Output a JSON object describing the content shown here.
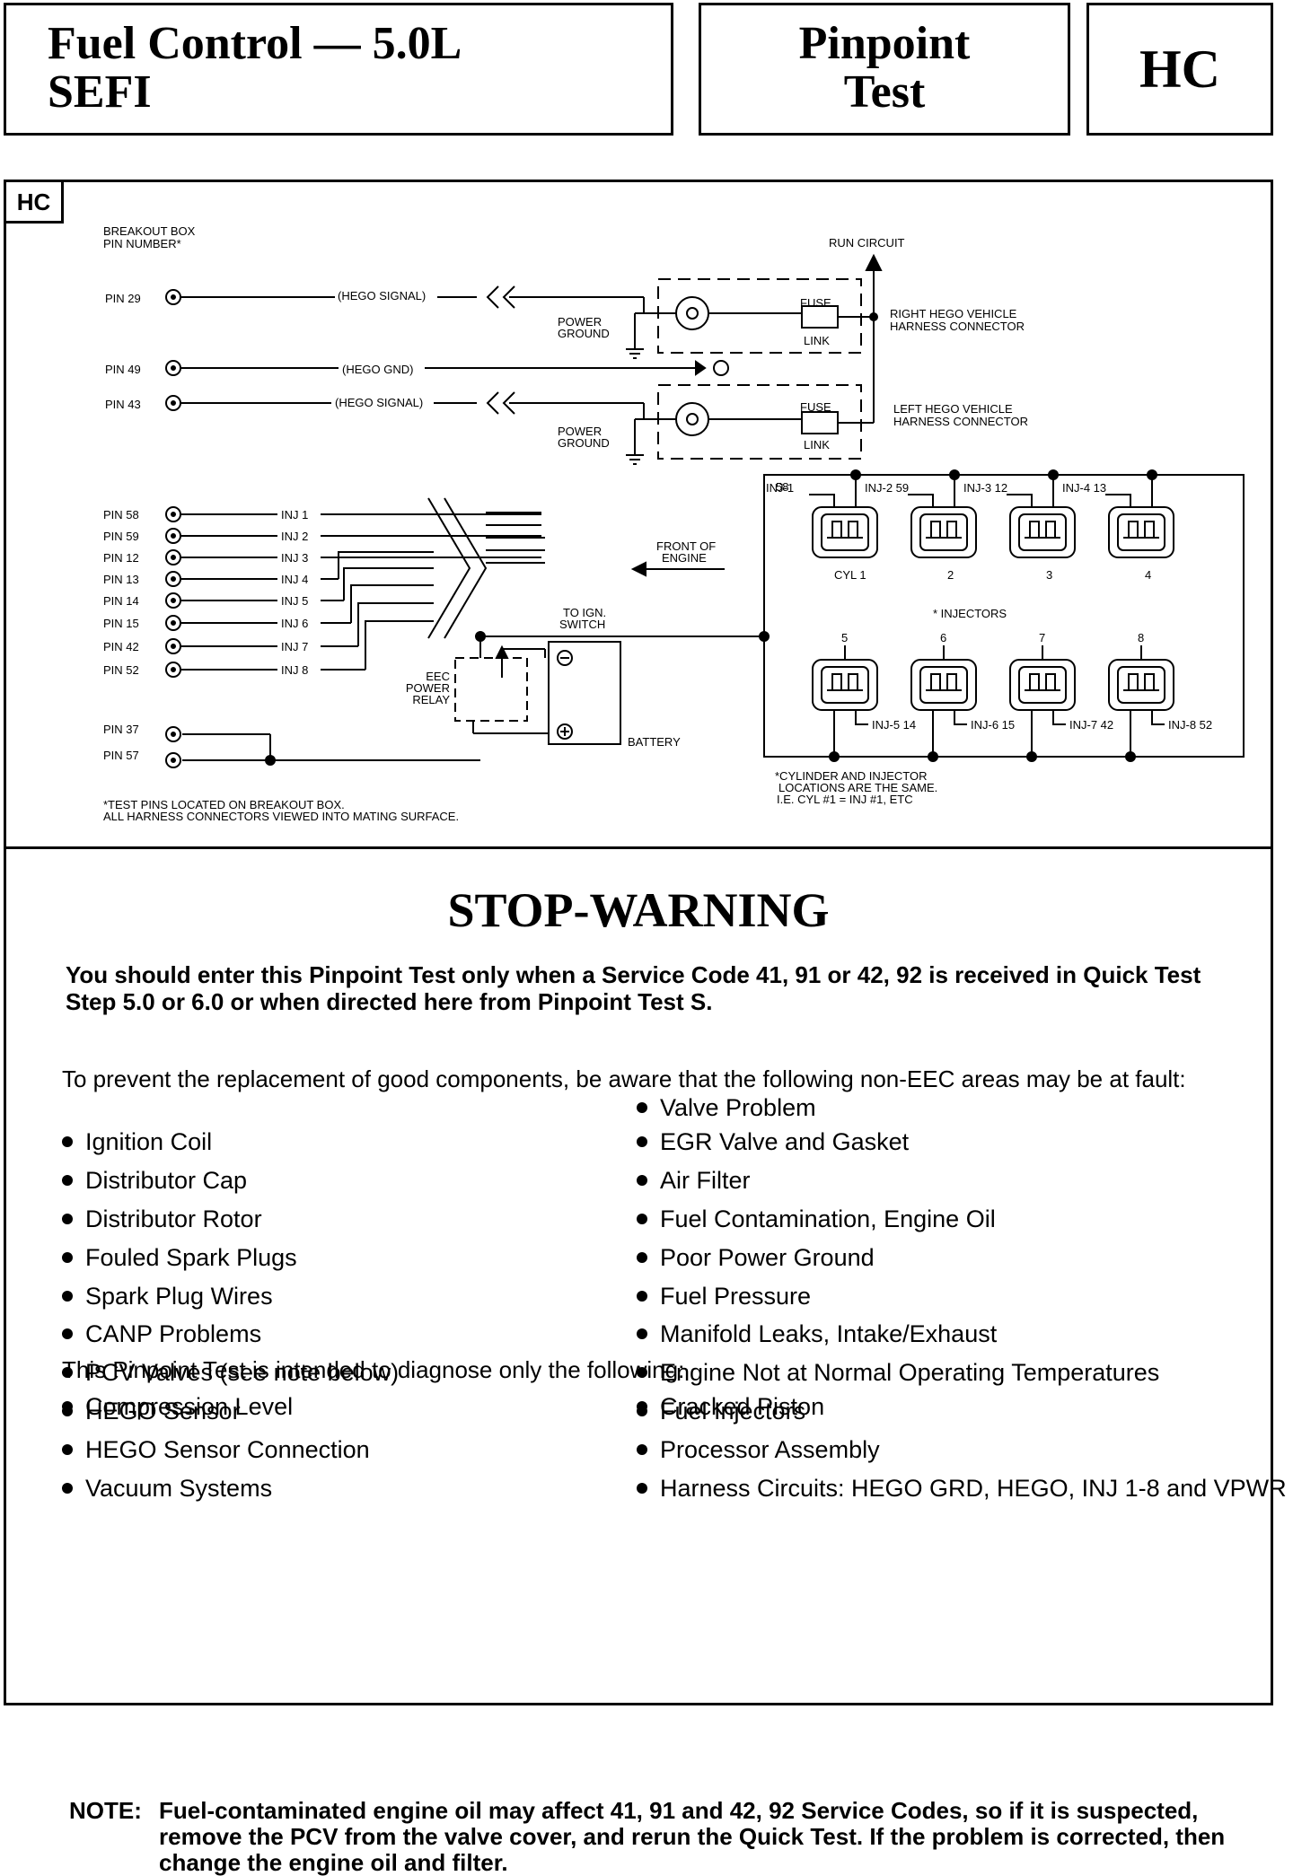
{
  "header": {
    "title_line1": "Fuel Control — 5.0L",
    "title_line2": "SEFI",
    "test_line1": "Pinpoint",
    "test_line2": "Test",
    "code": "HC"
  },
  "diagram": {
    "panel_tag": "HC",
    "breakout_label_1": "BREAKOUT BOX",
    "breakout_label_2": "PIN NUMBER*",
    "run_circuit": "RUN CIRCUIT",
    "hego": {
      "pin29": "PIN 29",
      "pin49": "PIN 49",
      "pin43": "PIN 43",
      "sig1": "(HEGO SIGNAL)",
      "gnd": "(HEGO GND)",
      "sig2": "(HEGO SIGNAL)",
      "power_ground_1a": "POWER",
      "power_ground_1b": "GROUND",
      "power_ground_2a": "POWER",
      "power_ground_2b": "GROUND",
      "fuse": "FUSE",
      "link": "LINK",
      "fuse2": "FUSE",
      "link2": "LINK",
      "right_conn_1": "RIGHT HEGO VEHICLE",
      "right_conn_2": "HARNESS CONNECTOR",
      "left_conn_1": "LEFT HEGO VEHICLE",
      "left_conn_2": "HARNESS CONNECTOR"
    },
    "inj_pins": [
      "PIN 58",
      "PIN 59",
      "PIN 12",
      "PIN 13",
      "PIN 14",
      "PIN 15",
      "PIN 42",
      "PIN 52"
    ],
    "inj_wires": [
      "INJ 1",
      "INJ 2",
      "INJ 3",
      "INJ 4",
      "INJ 5",
      "INJ 6",
      "INJ 7",
      "INJ 8"
    ],
    "pin37": "PIN 37",
    "pin57": "PIN 57",
    "front_1": "FRONT OF",
    "front_2": "ENGINE",
    "ign_1": "TO IGN.",
    "ign_2": "SWITCH",
    "eec_1": "EEC",
    "eec_2": "POWER",
    "eec_3": "RELAY",
    "battery": "BATTERY",
    "inj_top": [
      "INJ-1",
      "INJ-2 59",
      "INJ-3 12",
      "INJ-4 13"
    ],
    "inj1_pin": "58",
    "cyl_top": [
      "CYL 1",
      "2",
      "3",
      "4"
    ],
    "injectors": "* INJECTORS",
    "cyl_bottom": [
      "5",
      "6",
      "7",
      "8"
    ],
    "inj_bottom": [
      "INJ-5 14",
      "INJ-6 15",
      "INJ-7 42",
      "INJ-8 52"
    ],
    "foot_left_1": "*TEST PINS LOCATED ON BREAKOUT BOX.",
    "foot_left_2": "ALL HARNESS CONNECTORS VIEWED INTO MATING SURFACE.",
    "foot_right_1": "*CYLINDER AND INJECTOR",
    "foot_right_2": "LOCATIONS ARE THE SAME.",
    "foot_right_3": "I.E. CYL #1 = INJ #1, ETC"
  },
  "warning": {
    "title": "STOP-WARNING",
    "text": "You should enter this Pinpoint Test only when a Service Code 41, 91 or 42, 92 is received in Quick Test Step 5.0 or 6.0 or when directed here from Pinpoint Test S.",
    "intro": "To prevent the replacement of good components, be aware that the following non-EEC areas may be at fault:",
    "faults_left": [
      "Ignition Coil",
      "Distributor Cap",
      "Distributor Rotor",
      "Fouled Spark Plugs",
      "Spark Plug Wires",
      "CANP Problems",
      "PCV Valves (see note below)",
      "Compression Level"
    ],
    "faults_right": [
      "Valve Problem",
      "EGR Valve and Gasket",
      "Air Filter",
      "Fuel Contamination, Engine Oil",
      "Poor Power Ground",
      "Fuel Pressure",
      "Manifold Leaks, Intake/Exhaust",
      "Engine Not at Normal Operating Temperatures",
      "Cracked Piston"
    ],
    "diag_intro": "This Pinpoint Test is intended to diagnose only the following:",
    "diag_left": [
      "HEGO Sensor",
      "HEGO Sensor Connection",
      "Vacuum Systems"
    ],
    "diag_right": [
      "Fuel Injectors",
      "Processor Assembly",
      "Harness Circuits: HEGO GRD, HEGO, INJ 1-8 and VPWR"
    ],
    "note_label": "NOTE:",
    "note_text": "Fuel-contaminated engine oil may affect 41, 91 and 42, 92 Service Codes, so if it is suspected, remove the PCV from the valve cover, and rerun the Quick Test. If the problem is corrected, then change the engine oil and filter."
  }
}
